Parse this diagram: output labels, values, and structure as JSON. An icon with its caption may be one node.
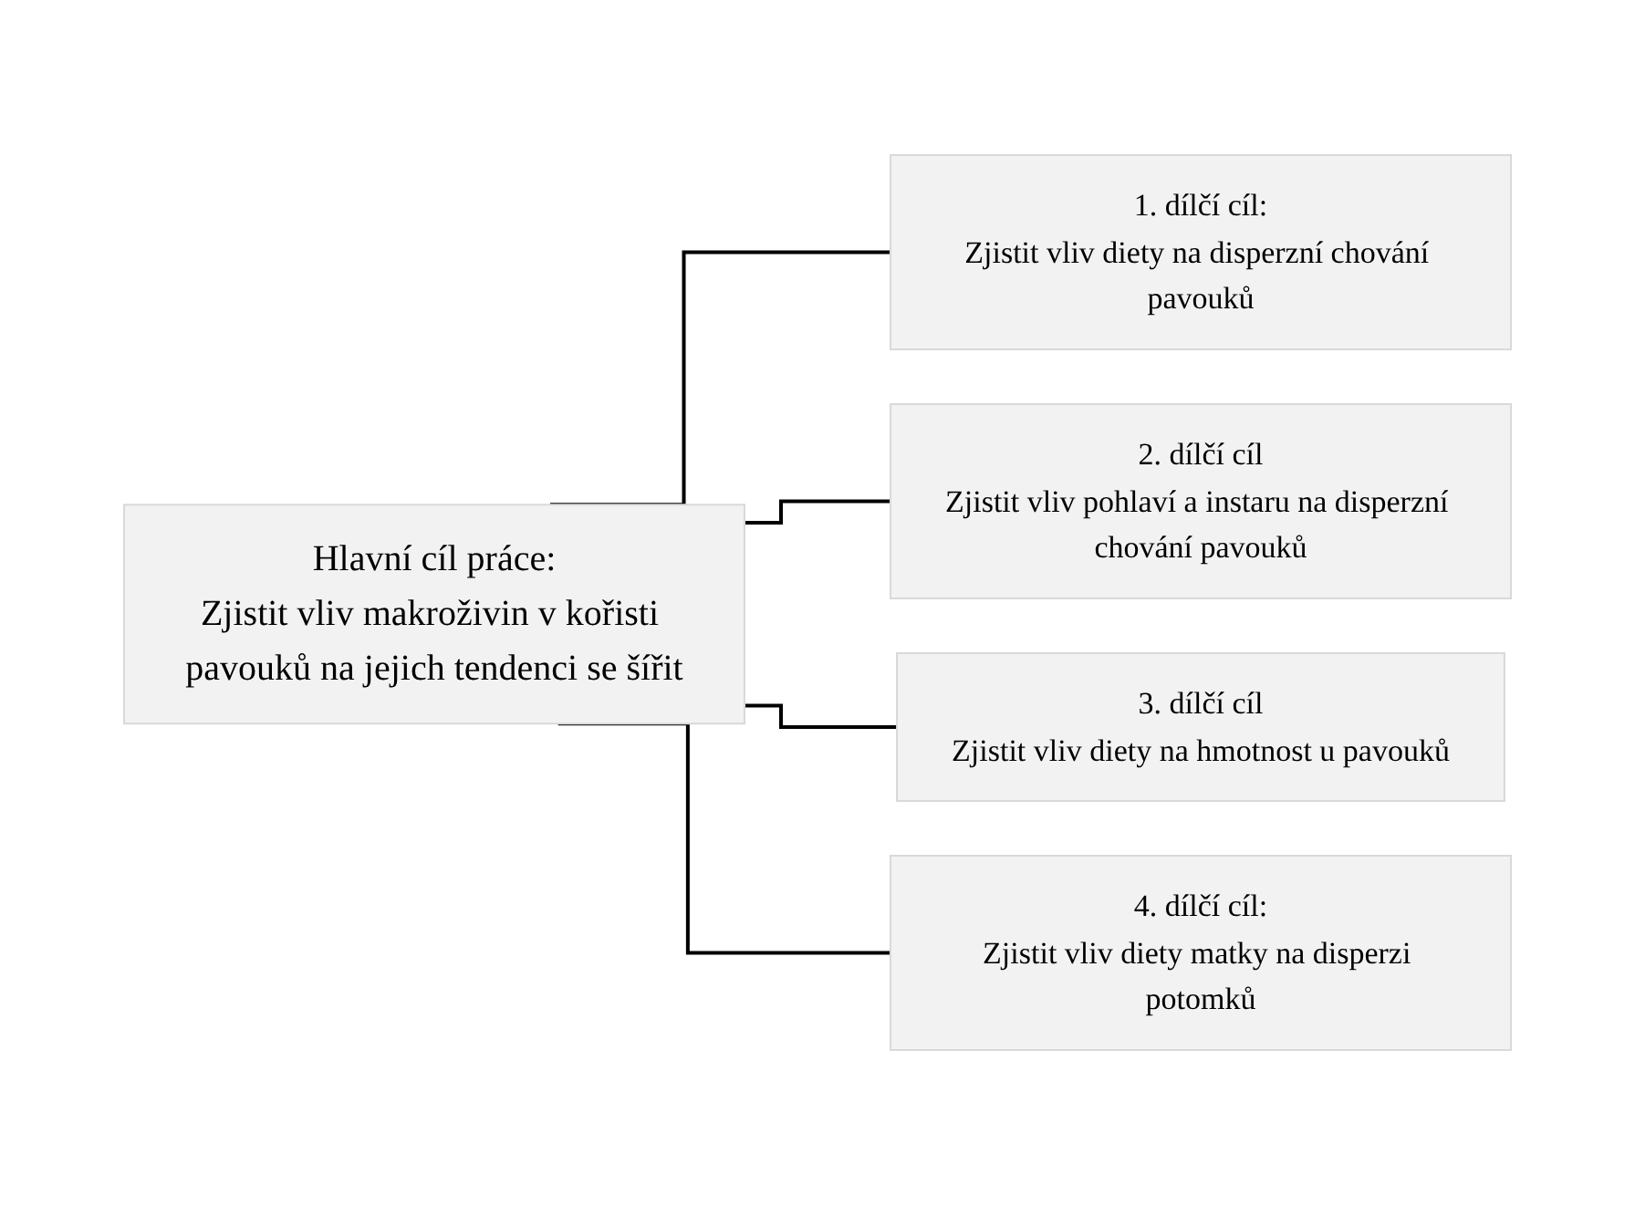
{
  "diagram": {
    "nodes": [
      {
        "text": [
          "Hlavní cíl práce:",
          "Zjistit vliv makroživin v kořisti pavouků na jejich tendenci se šířit"
        ]
      },
      {
        "text": [
          "1. dílčí cíl:",
          "Zjistit vliv diety na disperzní chování pavouků"
        ]
      },
      {
        "text": [
          "2. dílčí cíl",
          "Zjistit vliv pohlaví a instaru na disperzní chování pavouků"
        ]
      },
      {
        "text": [
          "3. dílčí cíl",
          "Zjistit vliv diety na hmotnost u pavouků"
        ]
      },
      {
        "text": [
          "4. dílčí cíl:",
          "Zjistit vliv diety matky na disperzi potomků"
        ]
      }
    ],
    "edges": [
      {
        "from": 0,
        "to": 1,
        "arrow": "none"
      },
      {
        "from": 0,
        "to": 2,
        "arrow": "none"
      },
      {
        "from": 0,
        "to": 3,
        "arrow": "none"
      },
      {
        "from": 0,
        "to": 4,
        "arrow": "none"
      }
    ]
  }
}
